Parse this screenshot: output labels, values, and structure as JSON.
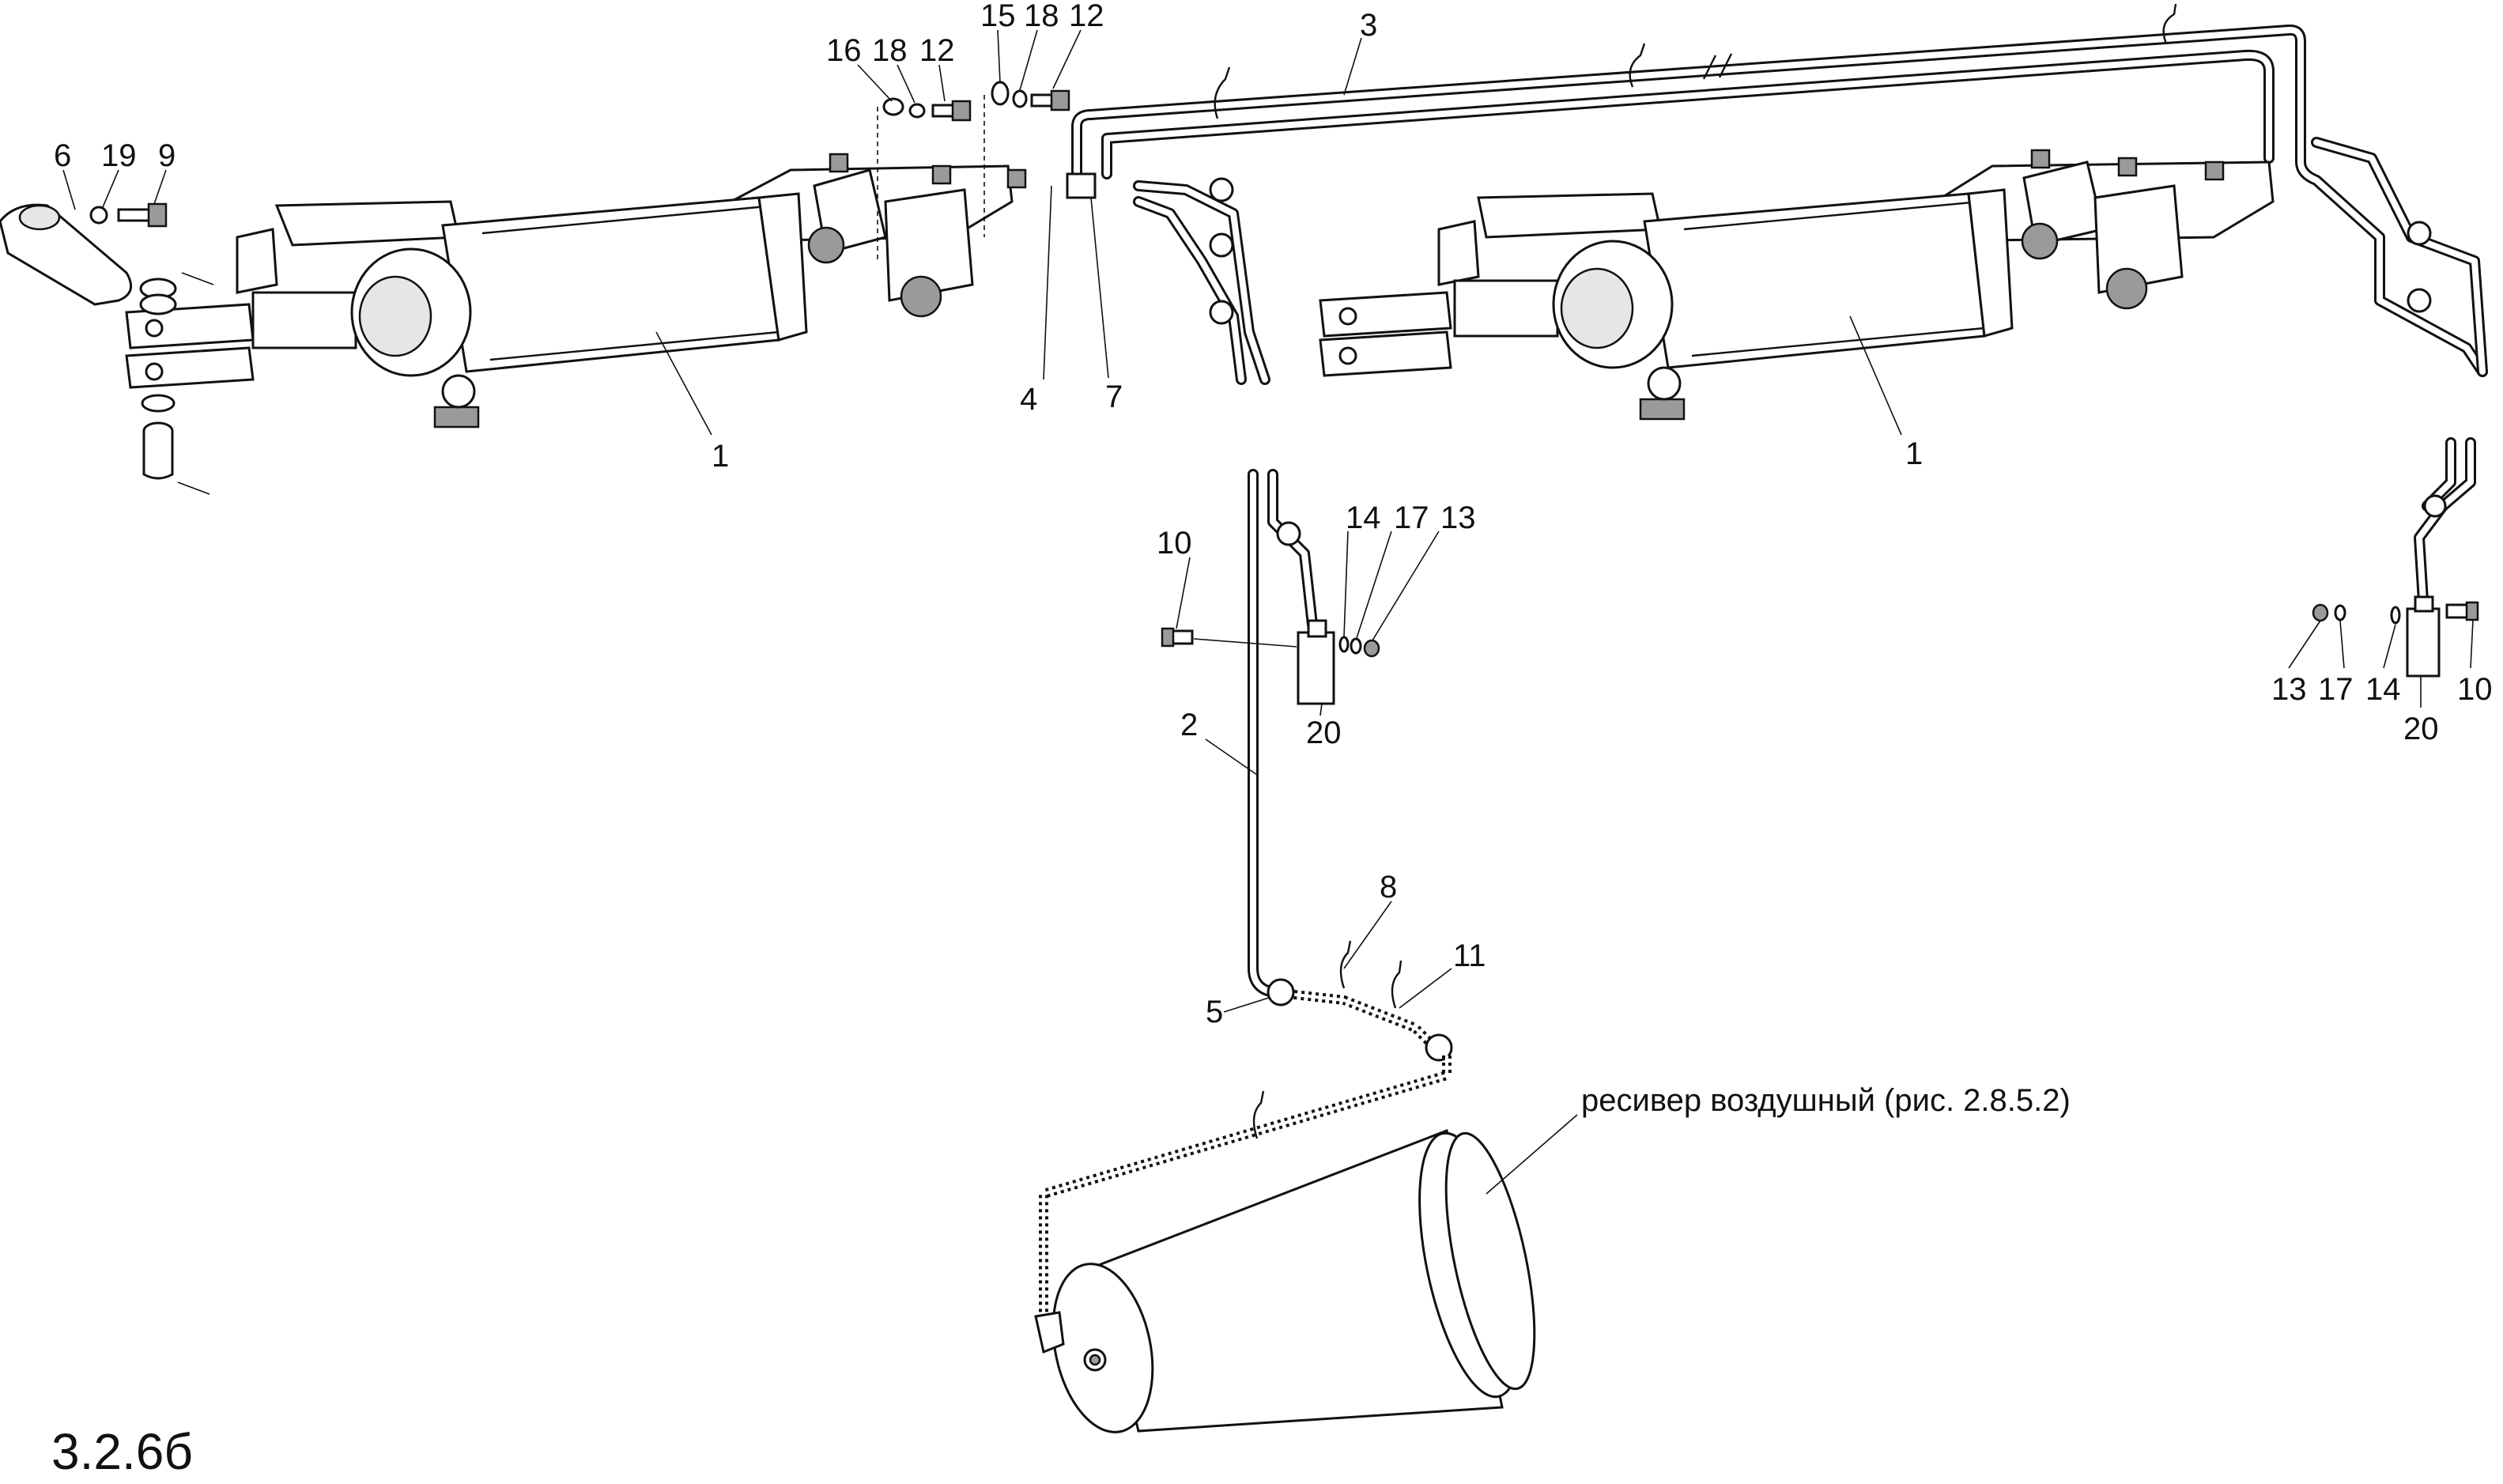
{
  "figure_number": "3.2.6б",
  "receiver_label": "ресивер воздушный (рис. 2.8.5.2)",
  "callouts": {
    "c1_left": "1",
    "c1_right": "1",
    "c2": "2",
    "c3": "3",
    "c4": "4",
    "c5": "5",
    "c6": "6",
    "c7": "7",
    "c8": "8",
    "c9": "9",
    "c10_mid": "10",
    "c10_right": "10",
    "c11": "11",
    "c12_a": "12",
    "c12_b": "12",
    "c13_mid": "13",
    "c13_right": "13",
    "c14_mid": "14",
    "c14_right": "14",
    "c15": "15",
    "c16": "16",
    "c17_mid": "17",
    "c17_right": "17",
    "c18_a": "18",
    "c18_b": "18",
    "c19": "19",
    "c20_mid": "20",
    "c20_right": "20"
  }
}
